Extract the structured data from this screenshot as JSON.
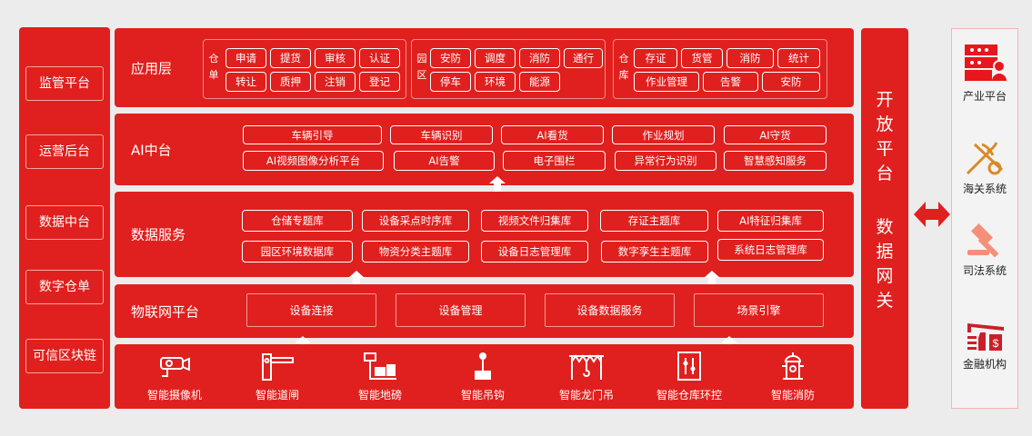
{
  "left_column": [
    "监管平台",
    "运营后台",
    "数据中台",
    "数字仓单",
    "可信区块链"
  ],
  "layers": {
    "app": {
      "title": "应用层",
      "groups": [
        {
          "label": "仓单",
          "items": [
            "申请",
            "提货",
            "审核",
            "认证",
            "转让",
            "质押",
            "注销",
            "登记"
          ]
        },
        {
          "label": "园区",
          "items": [
            "安防",
            "调度",
            "消防",
            "通行",
            "停车",
            "环境",
            "能源"
          ]
        },
        {
          "label": "仓库",
          "items": [
            "存证",
            "货管",
            "消防",
            "统计",
            "作业管理",
            "告警",
            "安防"
          ]
        }
      ]
    },
    "ai": {
      "title": "AI中台",
      "items": [
        "车辆引导",
        "车辆识别",
        "AI看货",
        "作业规划",
        "AI守货",
        "AI视频图像分析平台",
        "AI告警",
        "电子围栏",
        "异常行为识别",
        "智慧感知服务"
      ]
    },
    "data": {
      "title": "数据服务",
      "items": [
        "仓储专题库",
        "设备采点时序库",
        "视频文件归集库",
        "存证主题库",
        "AI特征归集库",
        "园区环境数据库",
        "物资分类主题库",
        "设备日志管理库",
        "数字孪生主题库",
        "系统日志管理库"
      ]
    },
    "iot": {
      "title": "物联网平台",
      "items": [
        "设备连接",
        "设备管理",
        "设备数据服务",
        "场景引擎"
      ]
    },
    "devices": {
      "items": [
        "智能摄像机",
        "智能道闸",
        "智能地磅",
        "智能吊钩",
        "智能龙门吊",
        "智能仓库环控",
        "智能消防"
      ]
    }
  },
  "gateway": {
    "top": "开放平台",
    "bottom": "数据网关"
  },
  "right_panel": [
    "产业平台",
    "海关系统",
    "司法系统",
    "金融机构"
  ],
  "colors": {
    "red": "#e0201e",
    "bg": "#ececec"
  }
}
